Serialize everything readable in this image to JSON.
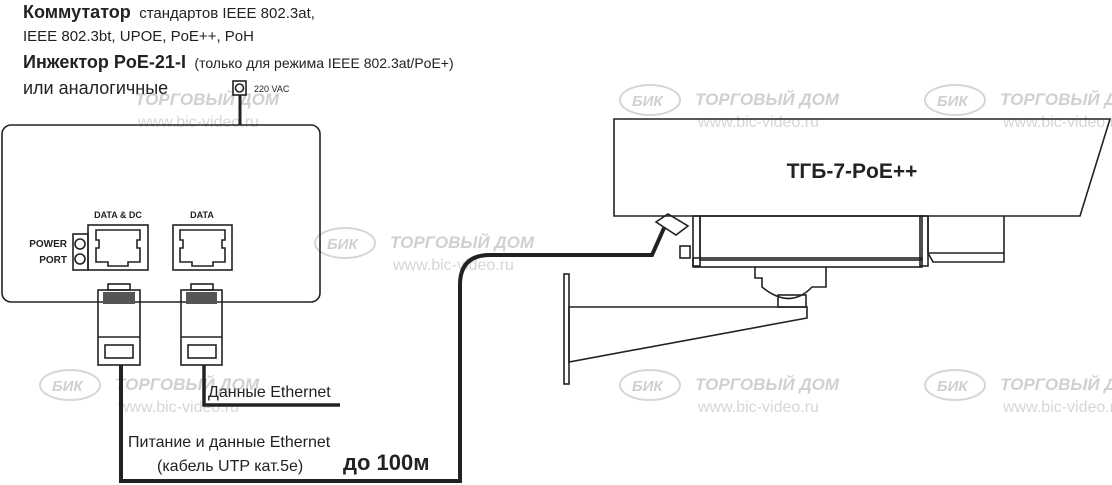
{
  "header": {
    "line1_bold": "Коммутатор",
    "line1_rest": "стандартов IEEE 802.3at,",
    "line2": "IEEE 802.3bt, UPOE, PoE++, PoH",
    "line3_bold": "Инжектор PoE-21-I",
    "line3_rest": "(только для режима IEEE 802.3at/PoE+)",
    "line4": "или аналогичные"
  },
  "switch": {
    "power_input_label": "220 VAC",
    "power_port_label_1": "POWER",
    "power_port_label_2": "PORT",
    "port_data_dc_label": "DATA & DC",
    "port_data_label": "DATA"
  },
  "cables": {
    "data_ethernet_label": "Данные Ethernet",
    "poe_label_1": "Питание и данные Ethernet",
    "poe_label_2": "(кабель UTP кат.5е)",
    "distance_label": "до 100м"
  },
  "camera": {
    "model_label": "ТГБ-7-PoE++"
  },
  "watermark": {
    "logo": "БИК",
    "company": "ТОРГОВЫЙ ДОМ",
    "url": "www.bic-video.ru"
  },
  "colors": {
    "line": "#222222",
    "watermark": "#d0d0d0"
  }
}
